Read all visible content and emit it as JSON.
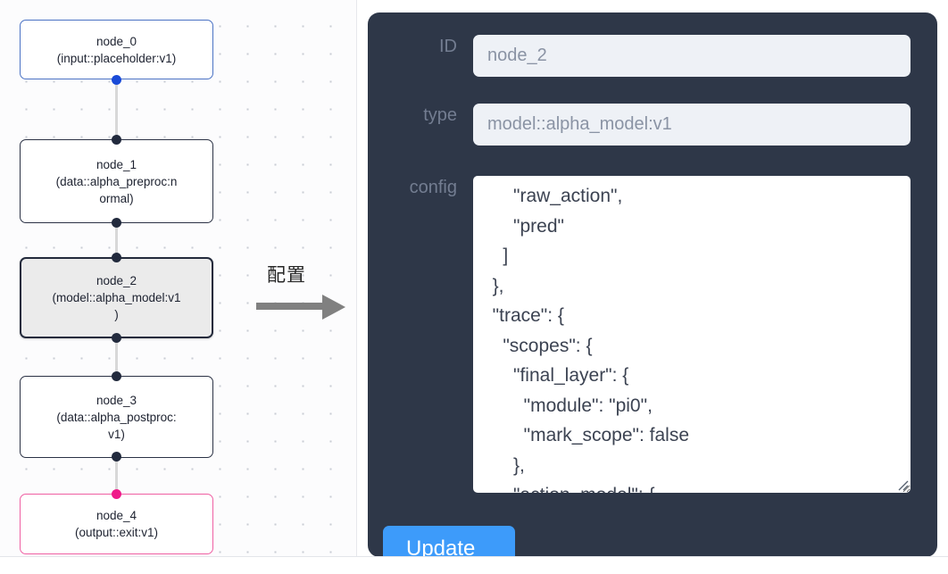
{
  "graph": {
    "nodes": [
      {
        "id": "node_0",
        "type": "(input::placeholder:v1)",
        "label": "node_0\n(input::placeholder:v1)",
        "state": "source",
        "border_color": "#4a72c4"
      },
      {
        "id": "node_1",
        "type": "(data::alpha_preproc:normal)",
        "label": "node_1\n(data::alpha_preproc:n\normal)",
        "state": "normal",
        "border_color": "#2b3245"
      },
      {
        "id": "node_2",
        "type": "(model::alpha_model:v1)",
        "label": "node_2\n(model::alpha_model:v1\n)",
        "state": "selected",
        "border_color": "#242b3c"
      },
      {
        "id": "node_3",
        "type": "(data::alpha_postproc:v1)",
        "label": "node_3\n(data::alpha_postproc:\nv1)",
        "state": "normal",
        "border_color": "#2b3245"
      },
      {
        "id": "node_4",
        "type": "(output::exit:v1)",
        "label": "node_4\n(output::exit:v1)",
        "state": "sink",
        "border_color": "#ef5fa3"
      }
    ],
    "handle_colors": {
      "source": "#1a4bd8",
      "normal": "#222a3d",
      "sink": "#ef1b8a"
    },
    "edge_color": "#d8d8d8"
  },
  "arrow": {
    "caption": "配置",
    "icon": "right-arrow-icon",
    "color": "#808080"
  },
  "panel": {
    "background": "#2e3748",
    "fields": [
      {
        "key": "id",
        "label": "ID",
        "value": "node_2"
      },
      {
        "key": "type",
        "label": "type",
        "value": "model::alpha_model:v1"
      },
      {
        "key": "config",
        "label": "config",
        "value": "      \"raw_action\",\n      \"pred\"\n    ]\n  },\n  \"trace\": {\n    \"scopes\": {\n      \"final_layer\": {\n        \"module\": \"pi0\",\n        \"mark_scope\": false\n      },\n      \"action_model\": {"
      }
    ],
    "update_label": "Update",
    "update_color": "#3d9bfa",
    "label_color": "#737d91",
    "input_background": "#eef1f6",
    "input_text_color": "#8a93a4",
    "scrollbar": {
      "name": "vertical-scrollbar",
      "thumb_color": "#c2c2c2"
    }
  }
}
